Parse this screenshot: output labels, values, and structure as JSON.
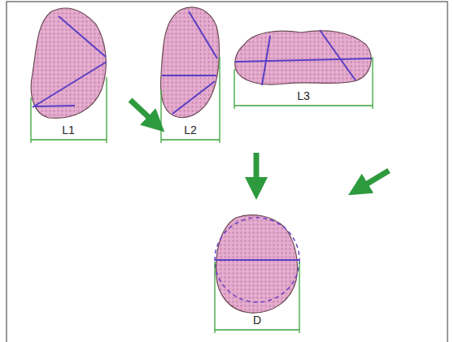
{
  "diagram": {
    "labels": [
      "L1",
      "L2",
      "L3",
      "D"
    ]
  }
}
